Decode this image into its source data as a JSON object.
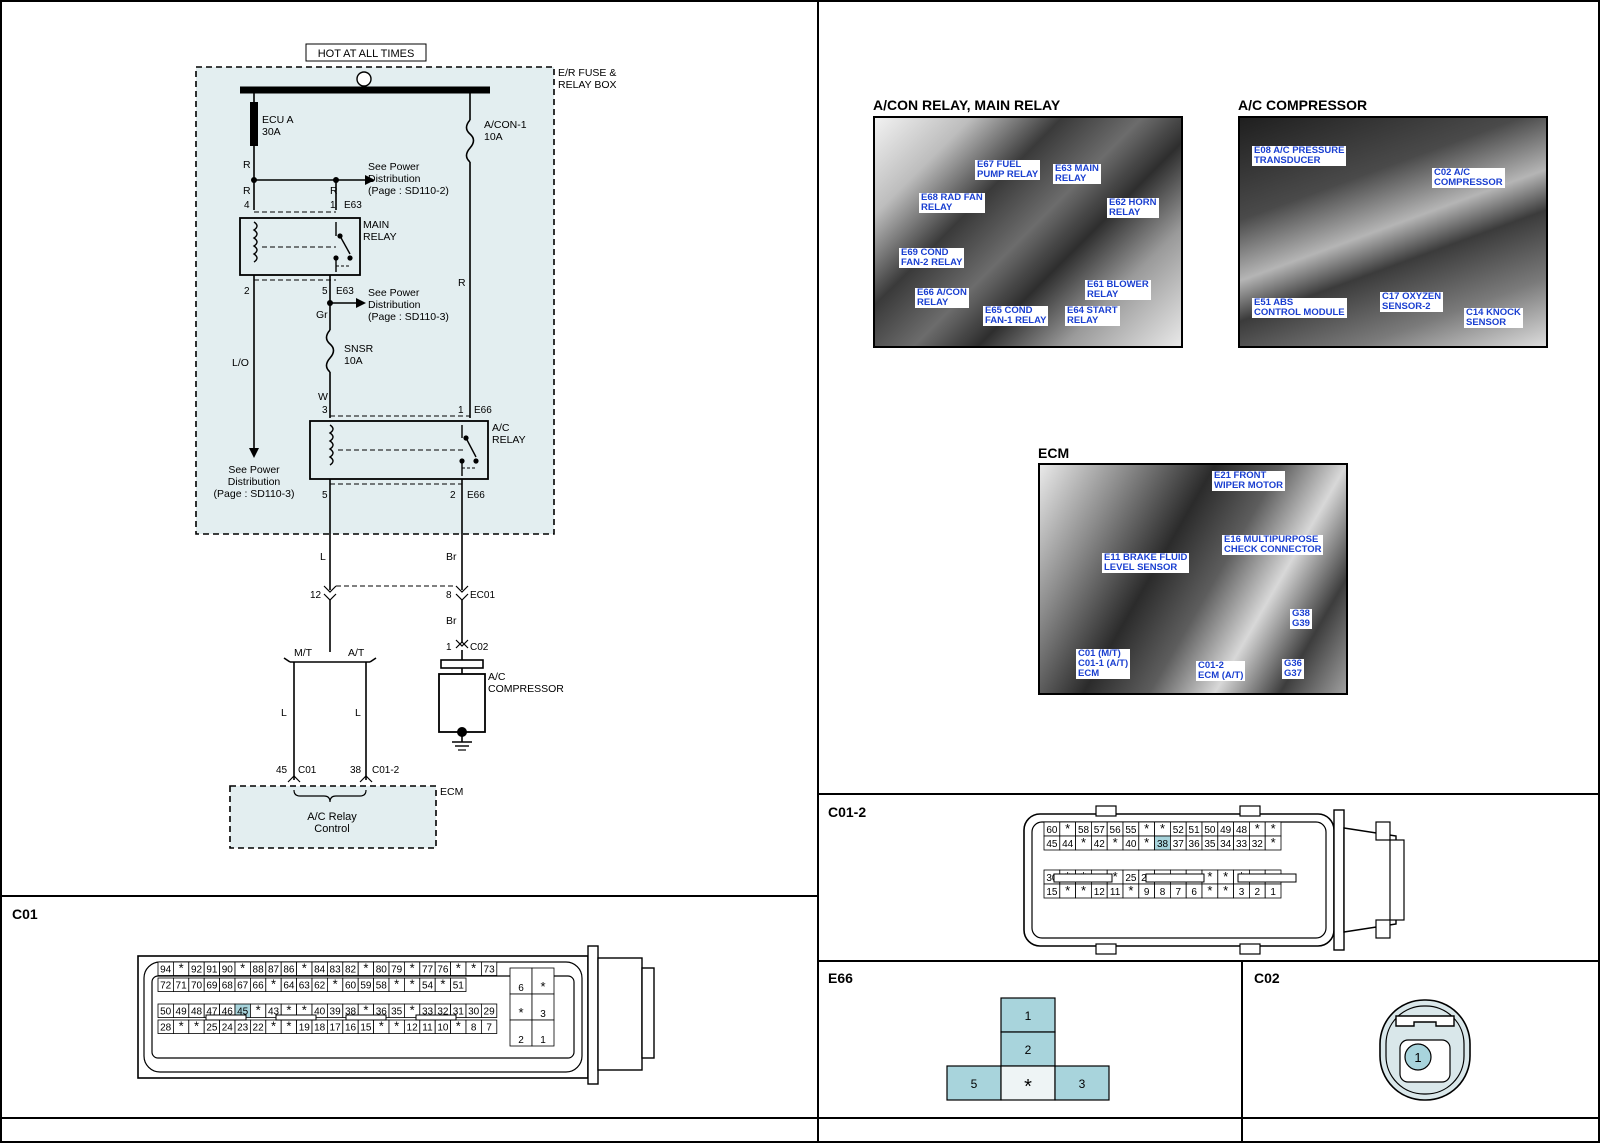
{
  "schematic": {
    "hot_label": "HOT AT ALL TIMES",
    "fusebox_label": [
      "E/R FUSE &",
      "RELAY BOX"
    ],
    "fuse_ecu": [
      "ECU A",
      "30A"
    ],
    "fuse_acon": [
      "A/CON-1",
      "10A"
    ],
    "fuse_snsr": [
      "SNSR",
      "10A"
    ],
    "see_power_1": [
      "See Power",
      "Distribution",
      "(Page : SD110-2)"
    ],
    "see_power_2": [
      "See Power",
      "Distribution",
      "(Page : SD110-3)"
    ],
    "see_power_3": [
      "See Power",
      "Distribution",
      "(Page : SD110-3)"
    ],
    "main_relay": [
      "MAIN",
      "RELAY"
    ],
    "ac_relay": [
      "A/C",
      "RELAY"
    ],
    "ac_compressor": [
      "A/C",
      "COMPRESSOR"
    ],
    "ecm_label": "ECM",
    "ecm_box": [
      "A/C Relay",
      "Control"
    ],
    "wires": {
      "R1": "R",
      "R2": "R",
      "R3": "R",
      "R4": "R",
      "LO": "L/O",
      "Gr": "Gr",
      "W": "W",
      "L1": "L",
      "Br1": "Br",
      "Br2": "Br",
      "L2": "L",
      "L3": "L"
    },
    "mt": "M/T",
    "at": "A/T",
    "pins": {
      "p4": "4",
      "p1": "1",
      "E63a": "E63",
      "p2": "2",
      "p5": "5",
      "E63b": "E63",
      "p3": "3",
      "p1b": "1",
      "E66a": "E66",
      "p5b": "5",
      "p2b": "2",
      "E66b": "E66",
      "p12": "12",
      "p8": "8",
      "EC01": "EC01",
      "p1c": "1",
      "C02": "C02",
      "p45": "45",
      "C01": "C01",
      "p38": "38",
      "C01_2": "C01-2"
    }
  },
  "photos": [
    {
      "title": "A/CON RELAY, MAIN RELAY",
      "labels": [
        "E67 FUEL|PUMP RELAY",
        "E63 MAIN|RELAY",
        "E68 RAD FAN|RELAY",
        "E62 HORN|RELAY",
        "E69 COND|FAN-2 RELAY",
        "E61 BLOWER|RELAY",
        "E66 A/CON|RELAY",
        "E65 COND|FAN-1 RELAY",
        "E64 START|RELAY"
      ]
    },
    {
      "title": "A/C COMPRESSOR",
      "labels": [
        "E08 A/C PRESSURE|TRANSDUCER",
        "C02 A/C|COMPRESSOR",
        "E51 ABS|CONTROL MODULE",
        "C17 OXYZEN|SENSOR-2",
        "C14 KNOCK|SENSOR"
      ]
    },
    {
      "title": "ECM",
      "labels": [
        "E21 FRONT|WIPER MOTOR",
        "E16 MULTIPURPOSE|CHECK CONNECTOR",
        "E11 BRAKE FLUID|LEVEL SENSOR",
        "G38|G39",
        "C01 (M/T)|C01-1 (A/T)|ECM",
        "C01-2|ECM (A/T)",
        "G36|G37"
      ]
    }
  ],
  "connectors": {
    "C01": {
      "title": "C01",
      "rows": [
        [
          "94",
          "*",
          "92",
          "91",
          "90",
          "*",
          "88",
          "87",
          "86",
          "*",
          "84",
          "83",
          "82",
          "*",
          "80",
          "79",
          "*",
          "77",
          "76",
          "*",
          "*",
          "73"
        ],
        [
          "72",
          "71",
          "70",
          "69",
          "68",
          "67",
          "66",
          "*",
          "64",
          "63",
          "62",
          "*",
          "60",
          "59",
          "58",
          "*",
          "*",
          "54",
          "*",
          "51"
        ],
        [
          "50",
          "49",
          "48",
          "47",
          "46",
          "45",
          "*",
          "43",
          "*",
          "*",
          "40",
          "39",
          "38",
          "*",
          "36",
          "35",
          "*",
          "33",
          "32",
          "31",
          "30",
          "29"
        ],
        [
          "28",
          "*",
          "*",
          "25",
          "24",
          "23",
          "22",
          "*",
          "*",
          "19",
          "18",
          "17",
          "16",
          "15",
          "*",
          "*",
          "12",
          "11",
          "10",
          "*",
          "8",
          "7"
        ]
      ],
      "side": [
        "6",
        "*",
        "*",
        "3",
        "2",
        "1"
      ],
      "highlight": "45"
    },
    "C01_2": {
      "title": "C01-2",
      "rows": [
        [
          "60",
          "*",
          "58",
          "57",
          "56",
          "55",
          "*",
          "*",
          "52",
          "51",
          "50",
          "49",
          "48",
          "*",
          "*"
        ],
        [
          "45",
          "44",
          "*",
          "42",
          "*",
          "40",
          "*",
          "38",
          "37",
          "36",
          "35",
          "34",
          "33",
          "32",
          "*"
        ],
        [
          "30",
          "*",
          "*",
          "27",
          "*",
          "25",
          "24",
          "23",
          "22",
          "21",
          "*",
          "*",
          "*",
          "17",
          "16"
        ],
        [
          "15",
          "*",
          "*",
          "12",
          "11",
          "*",
          "9",
          "8",
          "7",
          "6",
          "*",
          "*",
          "3",
          "2",
          "1"
        ]
      ],
      "highlight": "38"
    },
    "E66": {
      "title": "E66",
      "pins": [
        "1",
        "2",
        "5",
        "*",
        "3"
      ]
    },
    "C02": {
      "title": "C02",
      "pin": "1"
    }
  }
}
